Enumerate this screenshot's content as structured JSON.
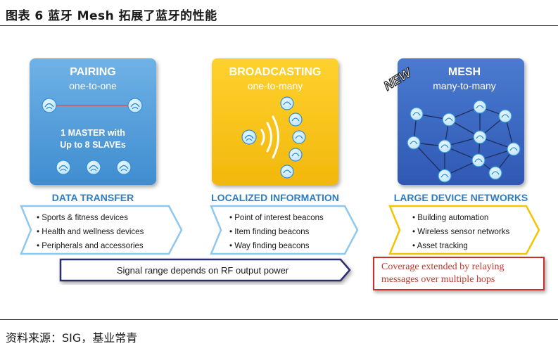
{
  "figure": {
    "title": "图表 6 蓝牙 Mesh 拓展了蓝牙的性能",
    "source": "资料来源：SIG，基业常青"
  },
  "cards": [
    {
      "id": "pairing",
      "title": "PAIRING",
      "subtitle": "one-to-one",
      "note": [
        "1 MASTER with",
        "Up to 8 SLAVEs"
      ],
      "color": "#4d9ad6",
      "category": "DATA TRANSFER",
      "items": [
        "• Sports & fitness devices",
        "• Health and wellness devices",
        "• Peripherals and accessories"
      ]
    },
    {
      "id": "broadcasting",
      "title": "BROADCASTING",
      "subtitle": "one-to-many",
      "color": "#f6c318",
      "category": "LOCALIZED INFORMATION",
      "items": [
        "• Point of interest beacons",
        "• Item finding beacons",
        "• Way finding beacons"
      ]
    },
    {
      "id": "mesh",
      "title": "MESH",
      "subtitle": "many-to-many",
      "badge": "NEW",
      "color": "#3a67c1",
      "category": "LARGE DEVICE NETWORKS",
      "items": [
        "• Building automation",
        "• Wireless sensor networks",
        "• Asset tracking"
      ]
    }
  ],
  "signal_bar": "Signal range depends on RF output power",
  "coverage_note": [
    "Coverage extended by relaying",
    "messages over multiple hops"
  ],
  "colors": {
    "category_text": "#2e7cc0",
    "list_arrow_blue": "#8ec8ee",
    "list_arrow_yellow": "#f2c500",
    "signal_arrow": "#2b2f6b",
    "coverage_border": "#c9302c",
    "node": "#2f8fd6"
  }
}
